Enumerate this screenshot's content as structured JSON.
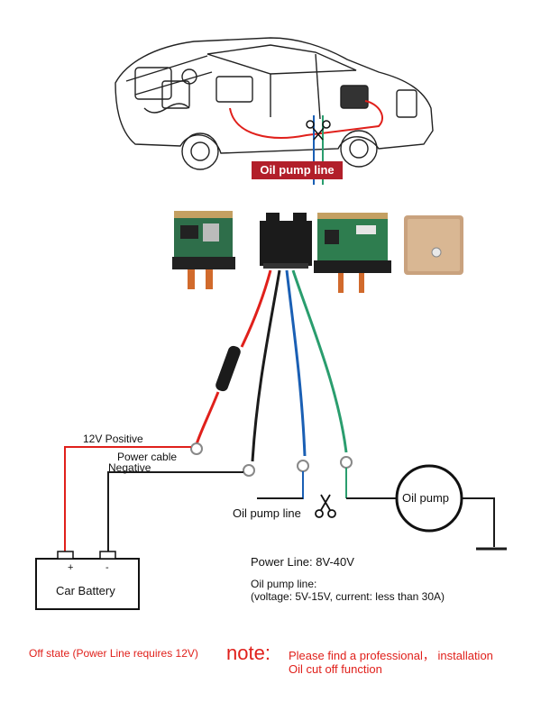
{
  "diagram": {
    "oil_pump_line_banner": "Oil pump line",
    "labels": {
      "positive": "12V Positive",
      "power_cable": "Power cable",
      "negative": "Negative",
      "oil_pump_line": "Oil pump line",
      "oil_pump": "Oil pump",
      "battery": "Car Battery",
      "plus": "+",
      "minus": "-"
    },
    "specs": {
      "power_line": "Power Line: 8V-40V",
      "oil_line_title": "Oil pump line:",
      "oil_line_detail": "(voltage: 5V-15V, current: less than 30A)"
    },
    "footer": {
      "off_state": "Off state (Power Line requires 12V)",
      "note": "note:",
      "note_line1": "Please find a professional，  installation",
      "note_line2": "Oil cut off function"
    },
    "colors": {
      "red_wire": "#e0201b",
      "blue_wire": "#1a5fb4",
      "green_wire": "#2a9d6e",
      "banner": "#b21f2a"
    }
  }
}
